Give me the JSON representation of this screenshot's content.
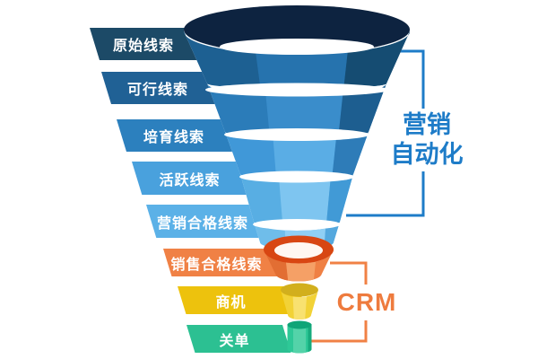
{
  "funnel": {
    "labels": [
      {
        "text": "原始线索",
        "color": "#1C4A67"
      },
      {
        "text": "可行线索",
        "color": "#206195"
      },
      {
        "text": "培育线索",
        "color": "#2C80BE"
      },
      {
        "text": "活跃线索",
        "color": "#49A1DD"
      },
      {
        "text": "营销合格线索",
        "color": "#5BB1E7"
      },
      {
        "text": "销售合格线索",
        "color": "#F08145"
      },
      {
        "text": "商机",
        "color": "#EDC20D"
      },
      {
        "text": "关单",
        "color": "#2CC092"
      }
    ],
    "label_text_color": "#FFFFFF",
    "cone": {
      "white": "#FFFFFF",
      "mouth": "#0D2340",
      "bands": [
        {
          "fill": "#1D6092",
          "light": "#2673AE",
          "dark": "#154C72"
        },
        {
          "fill": "#2B7CB9",
          "light": "#3A8DCB",
          "dark": "#1D5E90"
        },
        {
          "fill": "#4098D8",
          "light": "#5AADE5",
          "dark": "#2E7CB8"
        },
        {
          "fill": "#58AEE3",
          "light": "#7EC5F0",
          "dark": "#419AD6"
        },
        {
          "fill": "#6FBDEA",
          "light": "#90CFF4",
          "dark": "#54A8DE"
        }
      ],
      "orange_cup": {
        "rim": "#D84612",
        "rim_inner": "#FFF7F1",
        "body": "#EF8044",
        "body_dark": "#E26E33",
        "body_light": "#F5A066"
      },
      "yellow_cup": {
        "top": "#D2AF1D",
        "body": "#F2D237",
        "light": "#F8E170"
      },
      "green_cylinder": {
        "top": "#0FA578",
        "body": "#2EC897",
        "light": "#54D3A9",
        "dark": "#17AB7D"
      }
    }
  },
  "brackets": {
    "marketing_automation": {
      "color": "#1E7CC8",
      "label_lines": [
        "营销",
        "自动化"
      ]
    },
    "crm": {
      "color": "#F08145",
      "text_color": "#EE7B3E",
      "label": "CRM"
    }
  }
}
